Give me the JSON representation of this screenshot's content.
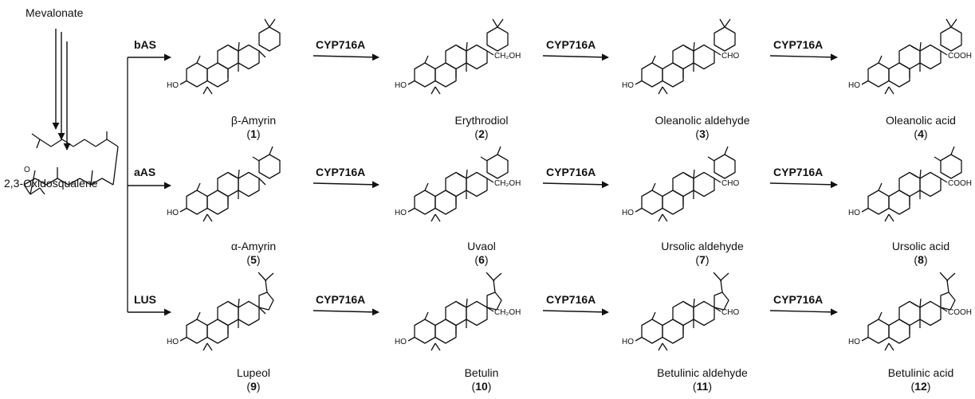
{
  "precursor": "Mevalonate",
  "substrate": "2,3-Oxidosqualene",
  "cyclases": [
    "bAS",
    "aAS",
    "LUS"
  ],
  "oxidase": "CYP716A",
  "groups": {
    "hydroxyl": "HO",
    "hydroxymethyl": "CH₂OH",
    "aldehyde": "CHO",
    "carboxyl": "COOH",
    "epoxide_o": "O"
  },
  "rows": [
    {
      "type": "oleanane",
      "compounds": [
        {
          "name": "β-Amyrin",
          "number": "1"
        },
        {
          "name": "Erythrodiol",
          "number": "2"
        },
        {
          "name": "Oleanolic aldehyde",
          "number": "3"
        },
        {
          "name": "Oleanolic acid",
          "number": "4"
        }
      ]
    },
    {
      "type": "ursane",
      "compounds": [
        {
          "name": "α-Amyrin",
          "number": "5"
        },
        {
          "name": "Uvaol",
          "number": "6"
        },
        {
          "name": "Ursolic aldehyde",
          "number": "7"
        },
        {
          "name": "Ursolic acid",
          "number": "8"
        }
      ]
    },
    {
      "type": "lupane",
      "compounds": [
        {
          "name": "Lupeol",
          "number": "9"
        },
        {
          "name": "Betulin",
          "number": "10"
        },
        {
          "name": "Betulinic aldehyde",
          "number": "11"
        },
        {
          "name": "Betulinic acid",
          "number": "12"
        }
      ]
    }
  ]
}
